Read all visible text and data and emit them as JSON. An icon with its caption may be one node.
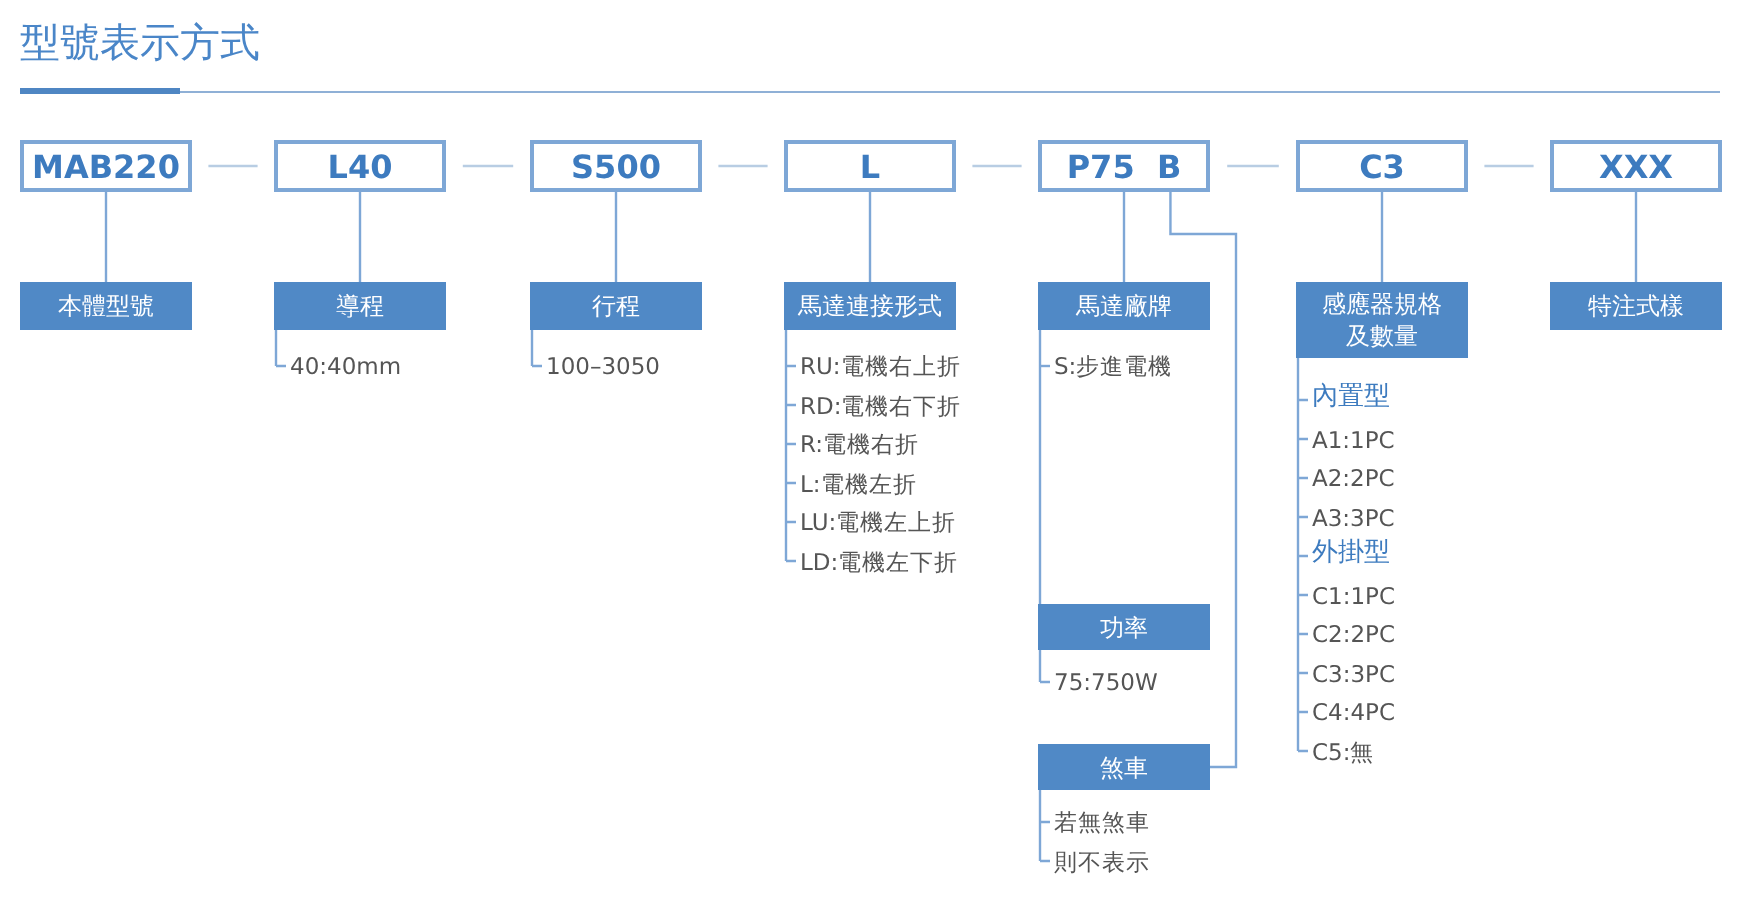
{
  "diagram": {
    "title": "型號表示方式",
    "nodes": [
      {
        "text": [
          "MAB220"
        ]
      },
      {
        "text": [
          "L40"
        ]
      },
      {
        "text": [
          "S500"
        ]
      },
      {
        "text": [
          "L"
        ]
      },
      {
        "text": [
          "P75  B"
        ]
      },
      {
        "text": [
          "C3"
        ]
      },
      {
        "text": [
          "XXX"
        ]
      },
      {
        "text": [
          "本體型號"
        ]
      },
      {
        "text": [
          "導程"
        ],
        "beside": [
          "40:40mm"
        ]
      },
      {
        "text": [
          "行程"
        ],
        "beside": [
          "100–3050"
        ]
      },
      {
        "text": [
          "馬達連接形式"
        ],
        "beside": [
          "RU:電機右上折",
          "RD:電機右下折",
          "R:電機右折",
          "L:電機左折",
          "LU:電機左上折",
          "LD:電機左下折"
        ]
      },
      {
        "text": [
          "馬達廠牌"
        ],
        "beside": [
          "S:步進電機"
        ]
      },
      {
        "text": [
          "感應器規格及數量"
        ],
        "beside": [
          "內置型",
          "A1:1PC",
          "A2:2PC",
          "A3:3PC",
          "外掛型",
          "C1:1PC",
          "C2:2PC",
          "C3:3PC",
          "C4:4PC",
          "C5:無"
        ]
      },
      {
        "text": [
          "特注式樣"
        ]
      },
      {
        "text": [
          "功率"
        ],
        "beside": [
          "75:750W"
        ]
      },
      {
        "text": [
          "煞車"
        ],
        "beside": [
          "若無煞車",
          "則不表示"
        ]
      }
    ],
    "edges": [
      {
        "from": 0,
        "to": 1,
        "arrow": "none",
        "color": "#b8cde3"
      },
      {
        "from": 1,
        "to": 2,
        "arrow": "none",
        "color": "#b8cde3"
      },
      {
        "from": 2,
        "to": 3,
        "arrow": "none",
        "color": "#b8cde3"
      },
      {
        "from": 3,
        "to": 4,
        "arrow": "none",
        "color": "#b8cde3"
      },
      {
        "from": 4,
        "to": 5,
        "arrow": "none",
        "color": "#b8cde3"
      },
      {
        "from": 5,
        "to": 6,
        "arrow": "none",
        "color": "#b8cde3"
      },
      {
        "from": 0,
        "to": 7,
        "arrow": "none"
      },
      {
        "from": 1,
        "to": 8,
        "arrow": "none"
      },
      {
        "from": 2,
        "to": 9,
        "arrow": "none"
      },
      {
        "from": 3,
        "to": 10,
        "arrow": "none"
      },
      {
        "from": 4,
        "to": 11,
        "arrow": "none"
      },
      {
        "from": 5,
        "to": 12,
        "arrow": "none"
      },
      {
        "from": 6,
        "to": 13,
        "arrow": "none"
      },
      {
        "from": 11,
        "to": 14,
        "arrow": "none"
      },
      {
        "from": 4,
        "to": 15,
        "arrow": "none"
      }
    ]
  }
}
